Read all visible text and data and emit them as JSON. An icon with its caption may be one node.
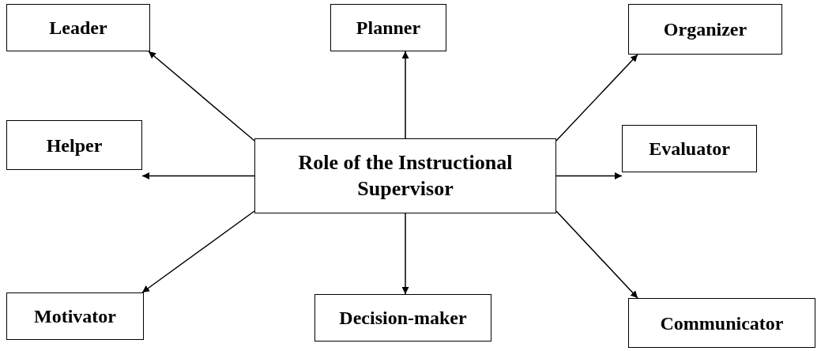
{
  "diagram": {
    "nodes": [
      {
        "text": [
          "Leader"
        ]
      },
      {
        "text": [
          "Planner"
        ]
      },
      {
        "text": [
          "Organizer"
        ]
      },
      {
        "text": [
          "Helper"
        ]
      },
      {
        "text": [
          "Role of the Instructional Supervisor"
        ]
      },
      {
        "text": [
          "Evaluator"
        ]
      },
      {
        "text": [
          "Motivator"
        ]
      },
      {
        "text": [
          "Decision-maker"
        ]
      },
      {
        "text": [
          "Communicator"
        ]
      }
    ],
    "edges": [
      {
        "from": 4,
        "to": 0,
        "arrow": "to"
      },
      {
        "from": 4,
        "to": 1,
        "arrow": "to"
      },
      {
        "from": 4,
        "to": 2,
        "arrow": "to"
      },
      {
        "from": 4,
        "to": 3,
        "arrow": "to"
      },
      {
        "from": 4,
        "to": 5,
        "arrow": "to"
      },
      {
        "from": 4,
        "to": 6,
        "arrow": "to"
      },
      {
        "from": 4,
        "to": 7,
        "arrow": "to"
      },
      {
        "from": 4,
        "to": 8,
        "arrow": "to"
      }
    ]
  }
}
